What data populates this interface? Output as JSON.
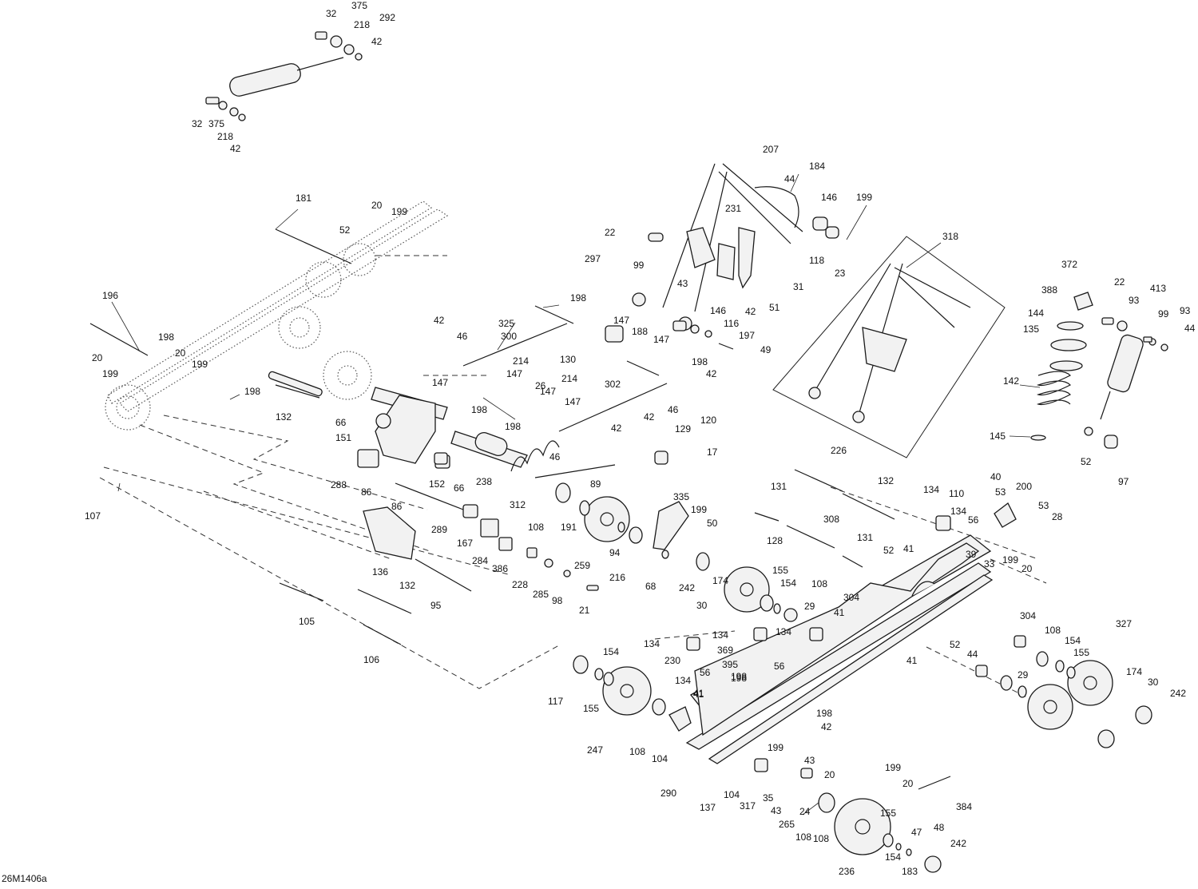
{
  "doc_code": "26M1406a",
  "labels": [
    {
      "id": "l1",
      "text": "32"
    },
    {
      "id": "l2",
      "text": "375"
    },
    {
      "id": "l3",
      "text": "292"
    },
    {
      "id": "l4",
      "text": "218"
    },
    {
      "id": "l5",
      "text": "42"
    },
    {
      "id": "l6",
      "text": "32"
    },
    {
      "id": "l7",
      "text": "375"
    },
    {
      "id": "l8",
      "text": "218"
    },
    {
      "id": "l9",
      "text": "42"
    },
    {
      "id": "l10",
      "text": "207"
    },
    {
      "id": "l11",
      "text": "184"
    },
    {
      "id": "l12",
      "text": "44"
    },
    {
      "id": "l13",
      "text": "146"
    },
    {
      "id": "l14",
      "text": "199"
    },
    {
      "id": "l15",
      "text": "231"
    },
    {
      "id": "l16",
      "text": "22"
    },
    {
      "id": "l17",
      "text": "297"
    },
    {
      "id": "l18",
      "text": "99"
    },
    {
      "id": "l19",
      "text": "118"
    },
    {
      "id": "l20",
      "text": "23"
    },
    {
      "id": "l21",
      "text": "43"
    },
    {
      "id": "l22",
      "text": "31"
    },
    {
      "id": "l23",
      "text": "42"
    },
    {
      "id": "l24",
      "text": "51"
    },
    {
      "id": "l25",
      "text": "318"
    },
    {
      "id": "l26",
      "text": "181"
    },
    {
      "id": "l27",
      "text": "20"
    },
    {
      "id": "l28",
      "text": "199"
    },
    {
      "id": "l29",
      "text": "52"
    },
    {
      "id": "l30",
      "text": "196"
    },
    {
      "id": "l31",
      "text": "198"
    },
    {
      "id": "l32",
      "text": "20"
    },
    {
      "id": "l33",
      "text": "199"
    },
    {
      "id": "l34",
      "text": "20"
    },
    {
      "id": "l35",
      "text": "199"
    },
    {
      "id": "l36",
      "text": "198"
    },
    {
      "id": "l37",
      "text": "132"
    },
    {
      "id": "l38",
      "text": "198"
    },
    {
      "id": "l39",
      "text": "325"
    },
    {
      "id": "l40",
      "text": "147"
    },
    {
      "id": "l41",
      "text": "42"
    },
    {
      "id": "l42",
      "text": "46"
    },
    {
      "id": "l43",
      "text": "300"
    },
    {
      "id": "l44",
      "text": "188"
    },
    {
      "id": "l45",
      "text": "146"
    },
    {
      "id": "l46",
      "text": "116"
    },
    {
      "id": "l47",
      "text": "197"
    },
    {
      "id": "l48",
      "text": "49"
    },
    {
      "id": "l49",
      "text": "130"
    },
    {
      "id": "l50",
      "text": "147"
    },
    {
      "id": "l51",
      "text": "214"
    },
    {
      "id": "l52",
      "text": "147"
    },
    {
      "id": "l53",
      "text": "147"
    },
    {
      "id": "l54",
      "text": "26"
    },
    {
      "id": "l55",
      "text": "214"
    },
    {
      "id": "l56",
      "text": "302"
    },
    {
      "id": "l57",
      "text": "198"
    },
    {
      "id": "l58",
      "text": "42"
    },
    {
      "id": "l59",
      "text": "147"
    },
    {
      "id": "l60",
      "text": "147"
    },
    {
      "id": "l61",
      "text": "198"
    },
    {
      "id": "l62",
      "text": "198"
    },
    {
      "id": "l63",
      "text": "66"
    },
    {
      "id": "l64",
      "text": "151"
    },
    {
      "id": "l65",
      "text": "42"
    },
    {
      "id": "l66",
      "text": "46"
    },
    {
      "id": "l67",
      "text": "42"
    },
    {
      "id": "l68",
      "text": "46"
    },
    {
      "id": "l69",
      "text": "129"
    },
    {
      "id": "l70",
      "text": "120"
    },
    {
      "id": "l71",
      "text": "17"
    },
    {
      "id": "l72",
      "text": "372"
    },
    {
      "id": "l73",
      "text": "388"
    },
    {
      "id": "l74",
      "text": "22"
    },
    {
      "id": "l75",
      "text": "413"
    },
    {
      "id": "l76",
      "text": "144"
    },
    {
      "id": "l77",
      "text": "93"
    },
    {
      "id": "l78",
      "text": "99"
    },
    {
      "id": "l79",
      "text": "93"
    },
    {
      "id": "l80",
      "text": "135"
    },
    {
      "id": "l81",
      "text": "44"
    },
    {
      "id": "l82",
      "text": "142"
    },
    {
      "id": "l83",
      "text": "145"
    },
    {
      "id": "l84",
      "text": "52"
    },
    {
      "id": "l85",
      "text": "97"
    },
    {
      "id": "l86",
      "text": "288"
    },
    {
      "id": "l87",
      "text": "86"
    },
    {
      "id": "l88",
      "text": "152"
    },
    {
      "id": "l89",
      "text": "66"
    },
    {
      "id": "l90",
      "text": "238"
    },
    {
      "id": "l91",
      "text": "312"
    },
    {
      "id": "l92",
      "text": "89"
    },
    {
      "id": "l93",
      "text": "107"
    },
    {
      "id": "l94",
      "text": "86"
    },
    {
      "id": "l95",
      "text": "108"
    },
    {
      "id": "l96",
      "text": "191"
    },
    {
      "id": "l97",
      "text": "289"
    },
    {
      "id": "l98",
      "text": "167"
    },
    {
      "id": "l99",
      "text": "284"
    },
    {
      "id": "l100",
      "text": "386"
    },
    {
      "id": "l101",
      "text": "136"
    },
    {
      "id": "l102",
      "text": "259"
    },
    {
      "id": "l103",
      "text": "94"
    },
    {
      "id": "l104",
      "text": "216"
    },
    {
      "id": "l105",
      "text": "228"
    },
    {
      "id": "l106",
      "text": "285"
    },
    {
      "id": "l107",
      "text": "98"
    },
    {
      "id": "l108",
      "text": "21"
    },
    {
      "id": "l109",
      "text": "132"
    },
    {
      "id": "l110",
      "text": "95"
    },
    {
      "id": "l111",
      "text": "105"
    },
    {
      "id": "l112",
      "text": "106"
    },
    {
      "id": "l113",
      "text": "335"
    },
    {
      "id": "l114",
      "text": "199"
    },
    {
      "id": "l115",
      "text": "50"
    },
    {
      "id": "l116",
      "text": "68"
    },
    {
      "id": "l117",
      "text": "226"
    },
    {
      "id": "l118",
      "text": "131"
    },
    {
      "id": "l119",
      "text": "132"
    },
    {
      "id": "l120",
      "text": "308"
    },
    {
      "id": "l121",
      "text": "134"
    },
    {
      "id": "l122",
      "text": "110"
    },
    {
      "id": "l123",
      "text": "40"
    },
    {
      "id": "l124",
      "text": "53"
    },
    {
      "id": "l125",
      "text": "200"
    },
    {
      "id": "l126",
      "text": "134"
    },
    {
      "id": "l127",
      "text": "56"
    },
    {
      "id": "l128",
      "text": "53"
    },
    {
      "id": "l129",
      "text": "28"
    },
    {
      "id": "l130",
      "text": "128"
    },
    {
      "id": "l131",
      "text": "131"
    },
    {
      "id": "l132",
      "text": "52"
    },
    {
      "id": "l133",
      "text": "41"
    },
    {
      "id": "l134",
      "text": "39"
    },
    {
      "id": "l135",
      "text": "33"
    },
    {
      "id": "l136",
      "text": "199"
    },
    {
      "id": "l137",
      "text": "20"
    },
    {
      "id": "l138",
      "text": "242"
    },
    {
      "id": "l139",
      "text": "30"
    },
    {
      "id": "l140",
      "text": "174"
    },
    {
      "id": "l141",
      "text": "155"
    },
    {
      "id": "l142",
      "text": "154"
    },
    {
      "id": "l143",
      "text": "108"
    },
    {
      "id": "l144",
      "text": "304"
    },
    {
      "id": "l145",
      "text": "29"
    },
    {
      "id": "l146",
      "text": "41"
    },
    {
      "id": "l147",
      "text": "134"
    },
    {
      "id": "l148",
      "text": "134"
    },
    {
      "id": "l149",
      "text": "134"
    },
    {
      "id": "l150",
      "text": "369"
    },
    {
      "id": "l151",
      "text": "395"
    },
    {
      "id": "l152",
      "text": "56"
    },
    {
      "id": "l153",
      "text": "230"
    },
    {
      "id": "l154",
      "text": "56"
    },
    {
      "id": "l155",
      "text": "134"
    },
    {
      "id": "l156",
      "text": "198"
    },
    {
      "id": "l157",
      "text": "41"
    },
    {
      "id": "l158",
      "text": "304"
    },
    {
      "id": "l159",
      "text": "327"
    },
    {
      "id": "l160",
      "text": "52"
    },
    {
      "id": "l161",
      "text": "44"
    },
    {
      "id": "l162",
      "text": "108"
    },
    {
      "id": "l163",
      "text": "154"
    },
    {
      "id": "l164",
      "text": "155"
    },
    {
      "id": "l165",
      "text": "41"
    },
    {
      "id": "l166",
      "text": "29"
    },
    {
      "id": "l167",
      "text": "174"
    },
    {
      "id": "l168",
      "text": "30"
    },
    {
      "id": "l169",
      "text": "242"
    },
    {
      "id": "l170",
      "text": "117"
    },
    {
      "id": "l171",
      "text": "154"
    },
    {
      "id": "l172",
      "text": "155"
    },
    {
      "id": "l173",
      "text": "247"
    },
    {
      "id": "l174",
      "text": "108"
    },
    {
      "id": "l175",
      "text": "104"
    },
    {
      "id": "l176",
      "text": "290"
    },
    {
      "id": "l177",
      "text": "41"
    },
    {
      "id": "l178",
      "text": "198"
    },
    {
      "id": "l179",
      "text": "198"
    },
    {
      "id": "l180",
      "text": "42"
    },
    {
      "id": "l181",
      "text": "199"
    },
    {
      "id": "l182",
      "text": "43"
    },
    {
      "id": "l183",
      "text": "20"
    },
    {
      "id": "l184",
      "text": "199"
    },
    {
      "id": "l185",
      "text": "20"
    },
    {
      "id": "l186",
      "text": "137"
    },
    {
      "id": "l187",
      "text": "104"
    },
    {
      "id": "l188",
      "text": "317"
    },
    {
      "id": "l189",
      "text": "35"
    },
    {
      "id": "l190",
      "text": "43"
    },
    {
      "id": "l191",
      "text": "265"
    },
    {
      "id": "l192",
      "text": "24"
    },
    {
      "id": "l193",
      "text": "384"
    },
    {
      "id": "l194",
      "text": "108"
    },
    {
      "id": "l195",
      "text": "155"
    },
    {
      "id": "l196",
      "text": "47"
    },
    {
      "id": "l197",
      "text": "48"
    },
    {
      "id": "l198",
      "text": "242"
    },
    {
      "id": "l199",
      "text": "236"
    },
    {
      "id": "l200",
      "text": "154"
    },
    {
      "id": "l201",
      "text": "183"
    },
    {
      "id": "l202",
      "text": "108"
    }
  ]
}
